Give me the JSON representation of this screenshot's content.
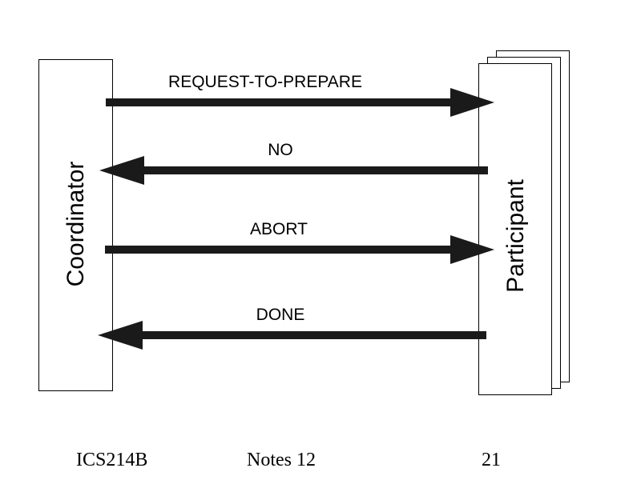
{
  "diagram": {
    "left_box": {
      "label": "Coordinator"
    },
    "right_box": {
      "label": "Participant"
    },
    "messages": [
      {
        "label": "REQUEST-TO-PREPARE",
        "direction": "to-participant"
      },
      {
        "label": "NO",
        "direction": "to-coordinator"
      },
      {
        "label": "ABORT",
        "direction": "to-participant"
      },
      {
        "label": "DONE",
        "direction": "to-coordinator"
      }
    ]
  },
  "footer": {
    "course": "ICS214B",
    "notes": "Notes 12",
    "page": "21"
  }
}
